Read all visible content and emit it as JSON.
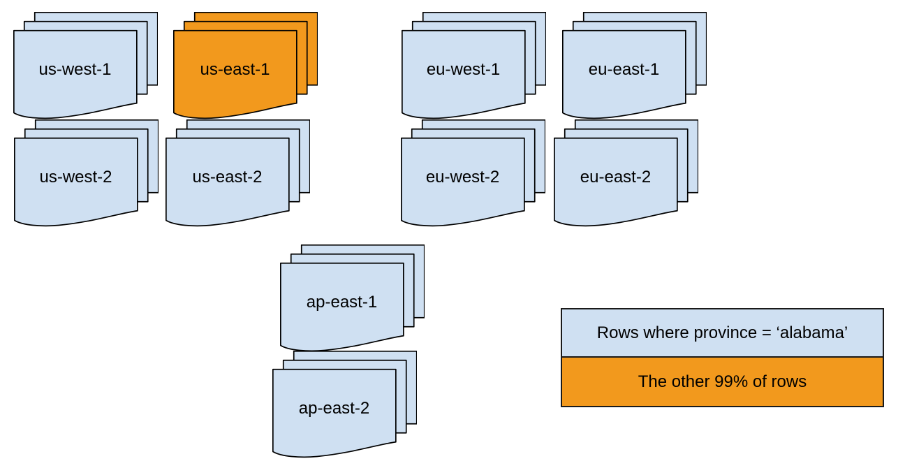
{
  "colors": {
    "doc_blue": "#CFE0F2",
    "doc_orange": "#F2991D",
    "outline": "#000000",
    "background": "#FFFFFF"
  },
  "stacks": [
    {
      "id": "us-west-1",
      "label": "us-west-1",
      "fill": "#CFE0F2"
    },
    {
      "id": "us-east-1",
      "label": "us-east-1",
      "fill": "#F2991D"
    },
    {
      "id": "eu-west-1",
      "label": "eu-west-1",
      "fill": "#CFE0F2"
    },
    {
      "id": "eu-east-1",
      "label": "eu-east-1",
      "fill": "#CFE0F2"
    },
    {
      "id": "us-west-2",
      "label": "us-west-2",
      "fill": "#CFE0F2"
    },
    {
      "id": "us-east-2",
      "label": "us-east-2",
      "fill": "#CFE0F2"
    },
    {
      "id": "eu-west-2",
      "label": "eu-west-2",
      "fill": "#CFE0F2"
    },
    {
      "id": "eu-east-2",
      "label": "eu-east-2",
      "fill": "#CFE0F2"
    },
    {
      "id": "ap-east-1",
      "label": "ap-east-1",
      "fill": "#CFE0F2"
    },
    {
      "id": "ap-east-2",
      "label": "ap-east-2",
      "fill": "#CFE0F2"
    }
  ],
  "legend": {
    "items": [
      {
        "label": "Rows where province = ‘alabama’",
        "color": "#CFE0F2"
      },
      {
        "label": "The other 99% of rows",
        "color": "#F2991D"
      }
    ]
  }
}
